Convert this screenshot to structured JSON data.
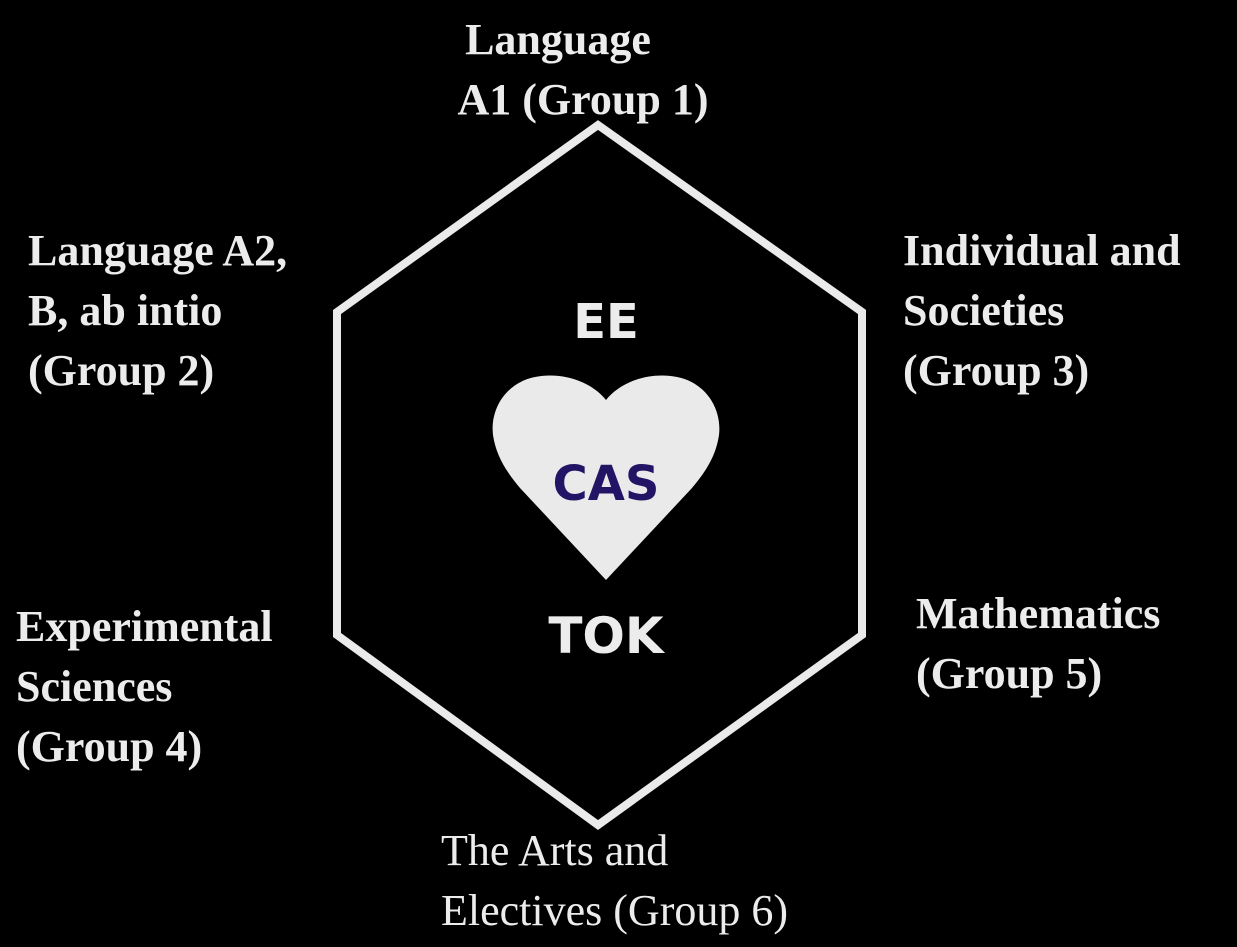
{
  "groups": {
    "g1": [
      "Language",
      "A1 (Group 1)"
    ],
    "g2": [
      "Language A2,",
      "B, ab intio",
      "(Group 2)"
    ],
    "g3": [
      "Individual and",
      "Societies",
      "(Group 3)"
    ],
    "g4": [
      "Experimental",
      "Sciences",
      "(Group 4)"
    ],
    "g5": [
      "Mathematics",
      "(Group 5)"
    ],
    "g6": [
      "The Arts and",
      "Electives (Group 6)"
    ]
  },
  "core": {
    "ee": "EE",
    "cas": "CAS",
    "tok": "TOK"
  },
  "colors": {
    "background": "#000000",
    "shape": "#eaeaea",
    "cas_text": "#231466"
  }
}
